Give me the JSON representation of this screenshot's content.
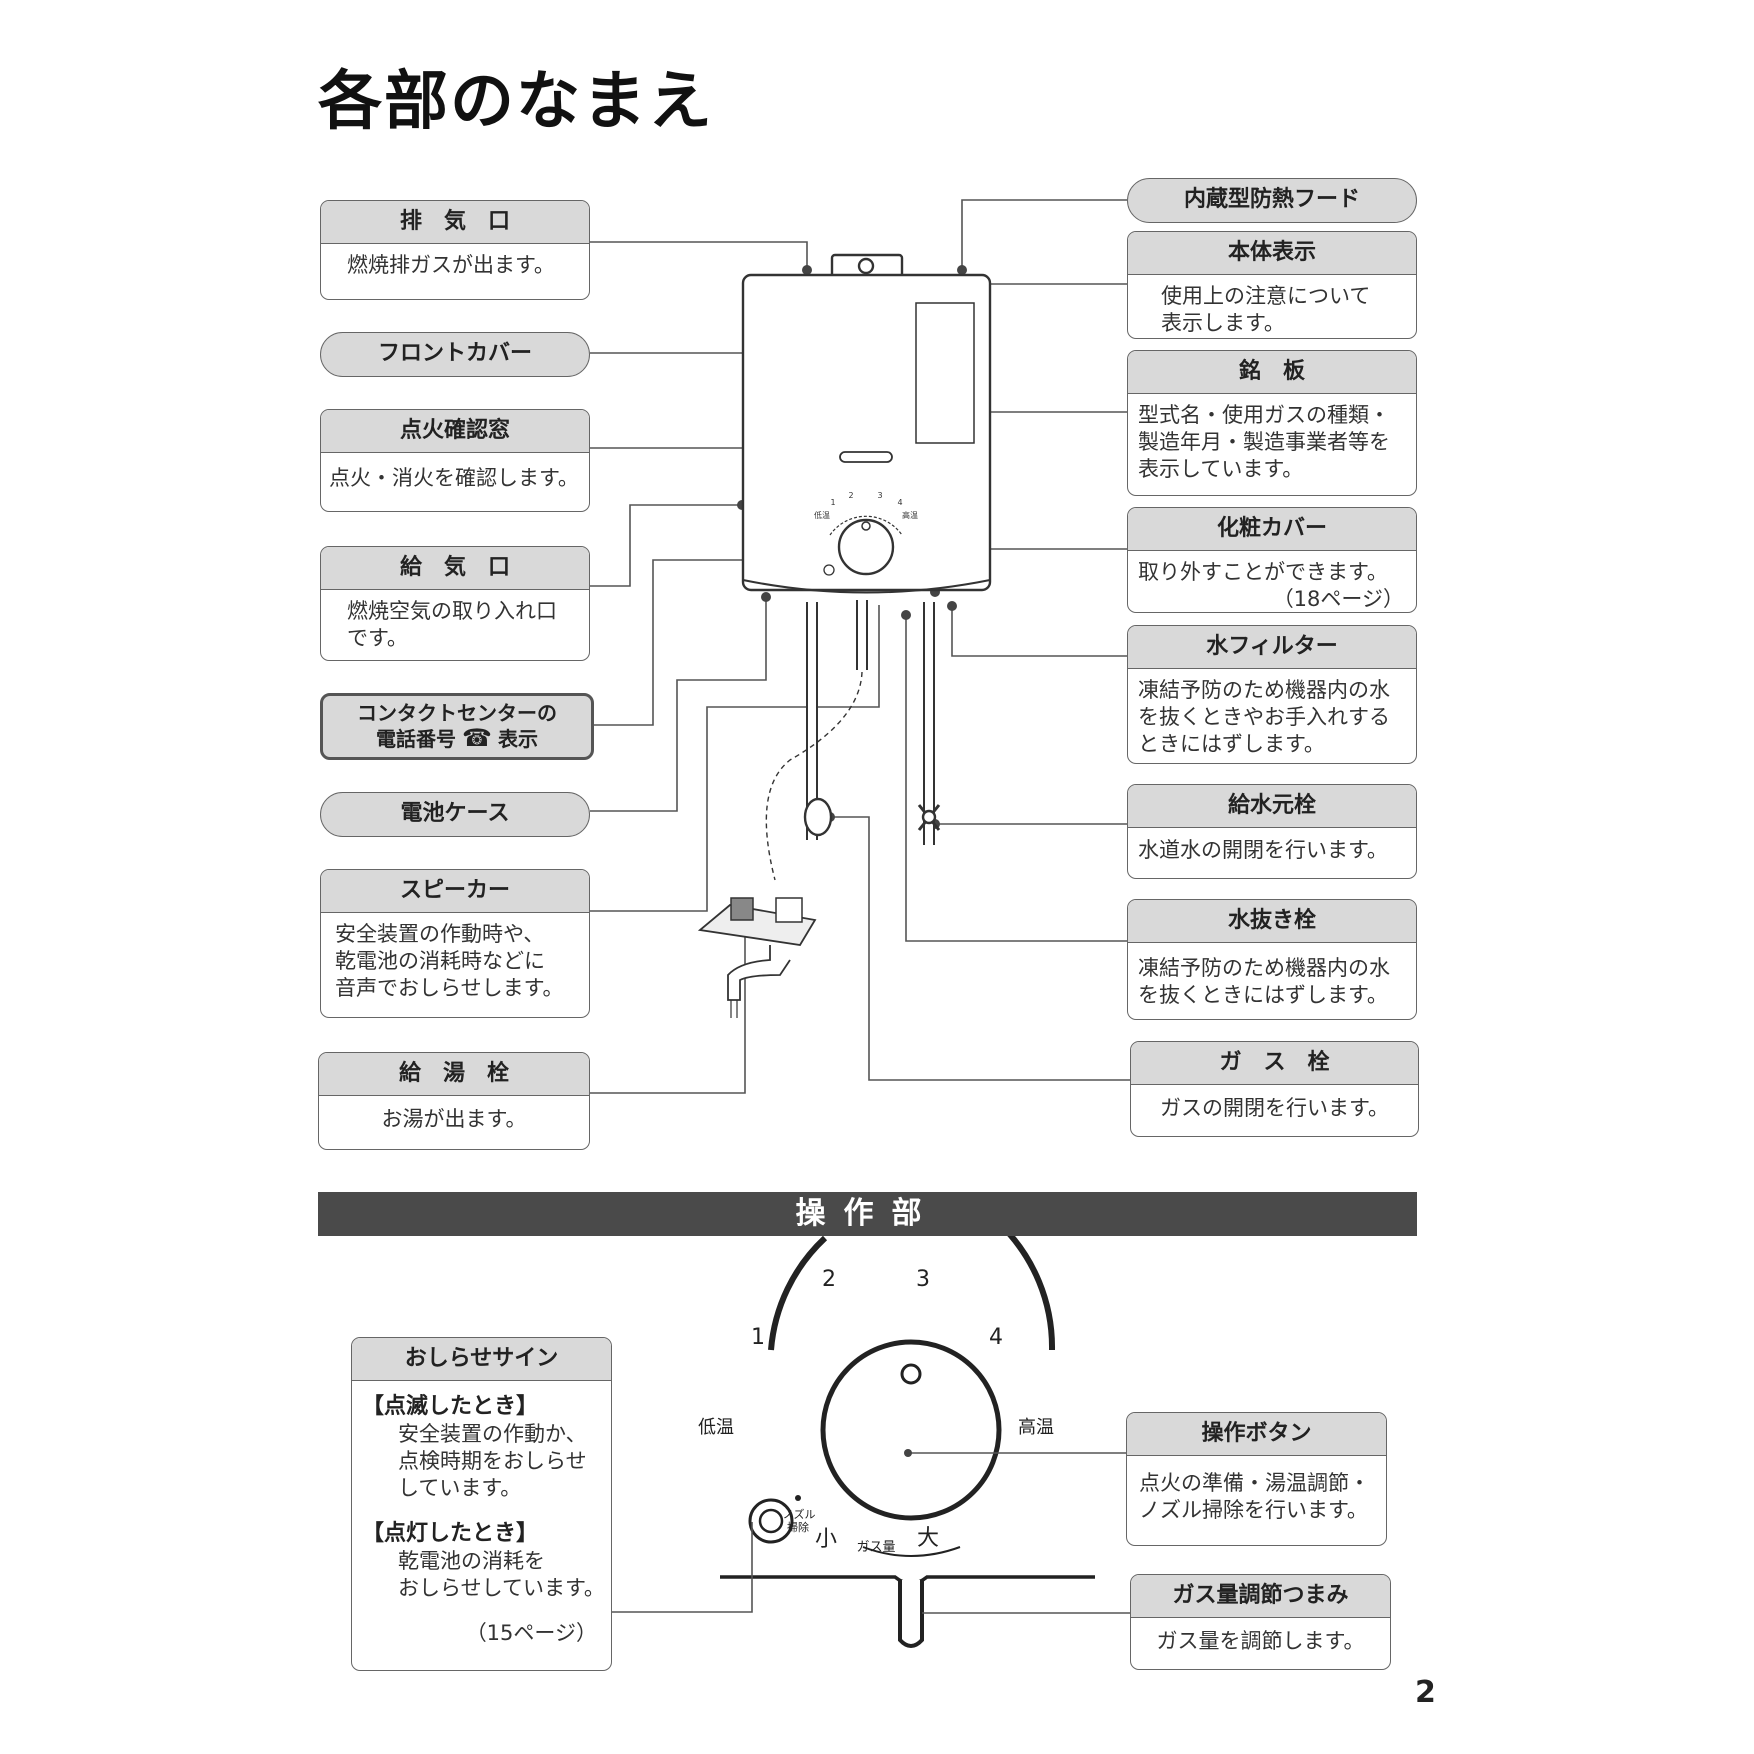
{
  "page": {
    "title": "各部のなまえ",
    "page_number": "2",
    "section_title": "操作部"
  },
  "parts": {
    "exhaust": {
      "title": "排　気　口",
      "lines": [
        "燃焼排ガスが出ます。"
      ]
    },
    "front_cover": {
      "title": "フロントカバー"
    },
    "ignition_window": {
      "title": "点火確認窓",
      "lines": [
        "点火・消火を確認します。"
      ]
    },
    "air_intake": {
      "title": "給　気　口",
      "lines": [
        "燃焼空気の取り入れ口",
        "です。"
      ]
    },
    "contact_center": {
      "line1": "コンタクトセンターの",
      "line2a": "電話番号",
      "phone_symbol": "☎",
      "line2b": "表示"
    },
    "battery_case": {
      "title": "電池ケース"
    },
    "speaker": {
      "title": "スピーカー",
      "lines": [
        "安全装置の作動時や、",
        "乾電池の消耗時などに",
        "音声でおしらせします。"
      ]
    },
    "hot_water_tap": {
      "title": "給　湯　栓",
      "lines": [
        "お湯が出ます。"
      ]
    },
    "heat_hood": {
      "title": "内蔵型防熱フード"
    },
    "body_display": {
      "title": "本体表示",
      "lines": [
        "使用上の注意について",
        "表示します。"
      ]
    },
    "nameplate": {
      "title": "銘　板",
      "lines": [
        "型式名・使用ガスの種類・",
        "製造年月・製造事業者等を",
        "表示しています。"
      ]
    },
    "decorative_cover": {
      "title": "化粧カバー",
      "lines": [
        "取り外すことができます。",
        "（18ページ）"
      ]
    },
    "water_filter": {
      "title": "水フィルター",
      "lines": [
        "凍結予防のため機器内の水",
        "を抜くときやお手入れする",
        "ときにはずします。"
      ]
    },
    "water_supply_valve": {
      "title": "給水元栓",
      "lines": [
        "水道水の開閉を行います。"
      ]
    },
    "drain_plug": {
      "title": "水抜き栓",
      "lines": [
        "凍結予防のため機器内の水",
        "を抜くときにはずします。"
      ]
    },
    "gas_valve": {
      "title": "ガ　ス　栓",
      "lines": [
        "ガスの開閉を行います。"
      ]
    }
  },
  "controls": {
    "notice_sign": {
      "title": "おしらせサイン",
      "blink_heading": "【点滅したとき】",
      "blink_lines": [
        "安全装置の作動か、",
        "点検時期をおしらせ",
        "しています。"
      ],
      "lit_heading": "【点灯したとき】",
      "lit_lines": [
        "乾電池の消耗を",
        "おしらせしています。"
      ],
      "ref": "（15ページ）"
    },
    "operation_button": {
      "title": "操作ボタン",
      "lines": [
        "点火の準備・湯温調節・",
        "ノズル掃除を行います。"
      ]
    },
    "gas_knob": {
      "title": "ガス量調節つまみ",
      "lines": [
        "ガス量を調節します。"
      ]
    },
    "dial": {
      "ticks": [
        "1",
        "2",
        "3",
        "4"
      ],
      "low_label": "低温",
      "high_label": "高温",
      "nozzle_label_1": "ノズル",
      "nozzle_label_2": "掃除",
      "gas_small": "小",
      "gas_large": "大",
      "gas_amount": "ガス量"
    }
  },
  "colors": {
    "box_header": "#d9d9d9",
    "section_bar": "#4a4a4a",
    "line": "#555555"
  }
}
